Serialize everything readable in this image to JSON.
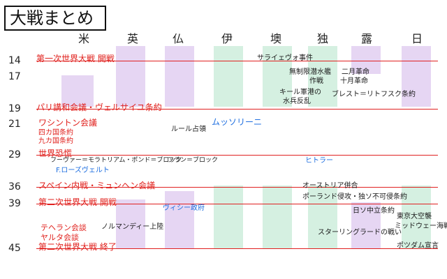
{
  "title": "大戦まとめ",
  "countries": [
    "米",
    "英",
    "仏",
    "伊",
    "墺",
    "独",
    "露",
    "日"
  ],
  "colors": {
    "red": "#e0201c",
    "purple_band": "#e6d6f3",
    "green_band": "#d5f0e1",
    "text_black": "#1a1a1a",
    "text_blue": "#1f6fe0"
  },
  "year_labels": [
    "14",
    "17",
    "19",
    "21",
    "29",
    "36",
    "39",
    "45"
  ],
  "events": {
    "wwi_start": "第一次世界大戦 開戦",
    "sarajevo": "サライェヴォ事件",
    "unrestricted_sub": "無制限潜水艦",
    "declare_war": "作戦",
    "feb_rev": "二月革命",
    "oct_rev": "十月革命",
    "kiel": "キール軍港の",
    "sailors": "水兵反乱",
    "brest": "ブレスト＝リトフスク条約",
    "paris": "パリ講和会議・ヴェルサイユ条約",
    "washington": "ワシントン会議",
    "four_power": "四カ国条約",
    "nine_power": "九カ国条約",
    "ruhr": "ルール占領",
    "mussolini": "ムッソリーニ",
    "depression": "世界恐慌",
    "hoover": "フーヴァー＝モラトリアム・ポンド＝ブロック",
    "fdr": "F.ローズヴェルト",
    "franc_bloc": "フラン＝ブロック",
    "hitler": "ヒトラー",
    "spanish": "スペイン内戦・ミュンヘン会議",
    "anschluss": "オーストリア併合",
    "wwii_start": "第二次世界大戦 開戦",
    "poland": "ポーランド侵攻・独ソ不可侵条約",
    "vichy": "ヴィシー政府",
    "japan_soviet": "日ソ中立条約",
    "tehran": "テヘラン会談",
    "yalta": "ヤルタ会談",
    "normandy": "ノルマンディー上陸",
    "stalingrad": "スターリングラードの戦い",
    "tokyo_raid": "東京大空襲",
    "midway": "ミッドウェー海戦",
    "wwii_end": "第二次世界大戦 終了",
    "potsdam": "ポツダム宣言"
  }
}
